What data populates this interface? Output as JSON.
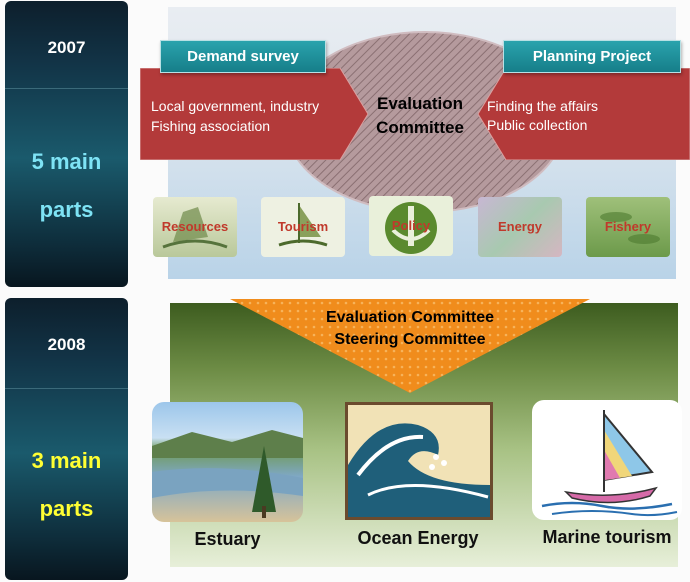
{
  "y2007": {
    "year": "2007",
    "parts_line1": "5 main",
    "parts_line2": "parts"
  },
  "y2008": {
    "year": "2008",
    "parts_line1": "3 main",
    "parts_line2": "parts"
  },
  "top": {
    "demand_survey": "Demand survey",
    "planning_project": "Planning Project",
    "left_line1": "Local government, industry",
    "left_line2": "Fishing association",
    "center_line1": "Evaluation",
    "center_line2": "Committee",
    "right_line1": "Finding the affairs",
    "right_line2": "Public collection",
    "icons": [
      "Resources",
      "Tourism",
      "Policy",
      "Energy",
      "Fishery"
    ]
  },
  "bottom": {
    "committee_line1": "Evaluation Committee",
    "committee_line2": "Steering Committee",
    "captions": [
      "Estuary",
      "Ocean Energy",
      "Marine tourism"
    ]
  },
  "colors": {
    "parts_2007": "#7ee3f5",
    "parts_2008": "#ffff33",
    "red_banner": "#b33a3a",
    "teal_button": "#1f8f9a",
    "orange_triangle": "#f08c1c"
  }
}
